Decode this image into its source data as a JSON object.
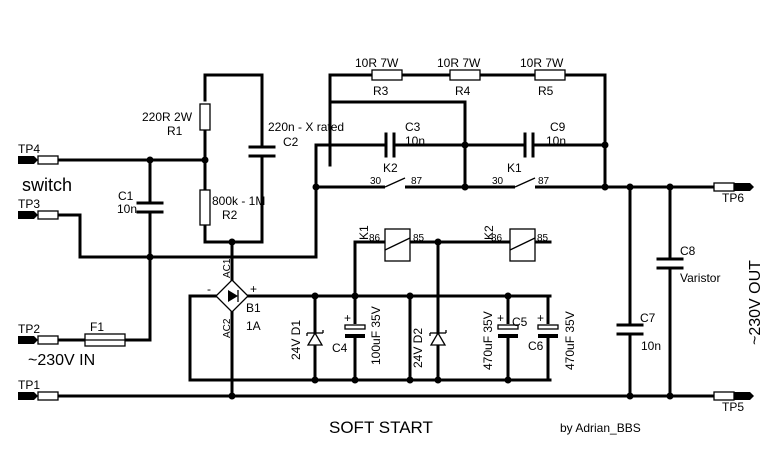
{
  "title": "SOFT START",
  "author": "by Adrian_BBS",
  "labels": {
    "switch": "switch",
    "input": "~230V IN",
    "output": "~230V OUT"
  },
  "terminals": {
    "tp1": "TP1",
    "tp2": "TP2",
    "tp3": "TP3",
    "tp4": "TP4",
    "tp5": "TP5",
    "tp6": "TP6"
  },
  "components": {
    "r1": {
      "value": "220R 2W",
      "ref": "R1"
    },
    "r2": {
      "value": "800k - 1M",
      "ref": "R2"
    },
    "r3": {
      "value": "10R 7W",
      "ref": "R3"
    },
    "r4": {
      "value": "10R 7W",
      "ref": "R4"
    },
    "r5": {
      "value": "10R 7W",
      "ref": "R5"
    },
    "c1": {
      "ref": "C1",
      "value": "10n"
    },
    "c2": {
      "value": "220n - X rated",
      "ref": "C2"
    },
    "c3": {
      "ref": "C3",
      "value": "10n"
    },
    "c9": {
      "ref": "C9",
      "value": "10n"
    },
    "c4": {
      "ref": "C4",
      "value": "100uF 35V"
    },
    "c5": {
      "ref": "C5",
      "value": "470uF 35V"
    },
    "c6": {
      "ref": "C6",
      "value": "470uF 35V"
    },
    "c7": {
      "ref": "C7",
      "value": "10n"
    },
    "c8": {
      "ref": "C8",
      "value": "Varistor"
    },
    "d1": {
      "value": "24V D1"
    },
    "d2": {
      "value": "24V D2"
    },
    "f1": {
      "ref": "F1"
    },
    "b1": {
      "ref": "B1",
      "value": "1A",
      "ac1": "AC1",
      "ac2": "AC2",
      "minus": "-",
      "plus": "+"
    },
    "k1_contact": {
      "ref": "K1",
      "pin_a": "30",
      "pin_b": "87"
    },
    "k2_contact": {
      "ref": "K2",
      "pin_a": "30",
      "pin_b": "87"
    },
    "k1_coil": {
      "ref": "K1",
      "pin_a": "86",
      "pin_b": "85"
    },
    "k2_coil": {
      "ref": "K2",
      "pin_a": "86",
      "pin_b": "85"
    },
    "plus_sign": "+"
  }
}
